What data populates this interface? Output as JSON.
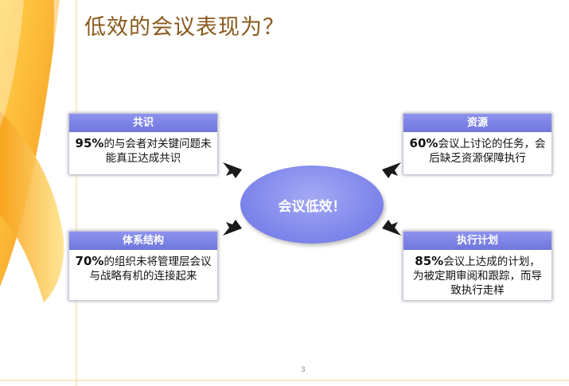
{
  "title": "低效的会议表现为？",
  "center_label": "会议低效！",
  "cards": {
    "consensus": {
      "header": "共识",
      "pct": "95%",
      "text": "的与会者对关键问题未能真正达成共识"
    },
    "resources": {
      "header": "资源",
      "pct": "60%",
      "text": "会议上讨论的任务，会后缺乏资源保障执行"
    },
    "structure": {
      "header": "体系结构",
      "pct": "70%",
      "text": "的组织未将管理层会议与战略有机的连接起来"
    },
    "execution": {
      "header": "执行计划",
      "pct": "85%",
      "text": "会议上达成的计划，为被定期审阅和跟踪，而导致执行走样"
    }
  },
  "page_number": "3",
  "colors": {
    "accent": "#7a80e6",
    "title": "#8a5a1c",
    "decor_orange": "#f7a11a",
    "decor_yellow": "#ffd24a"
  }
}
